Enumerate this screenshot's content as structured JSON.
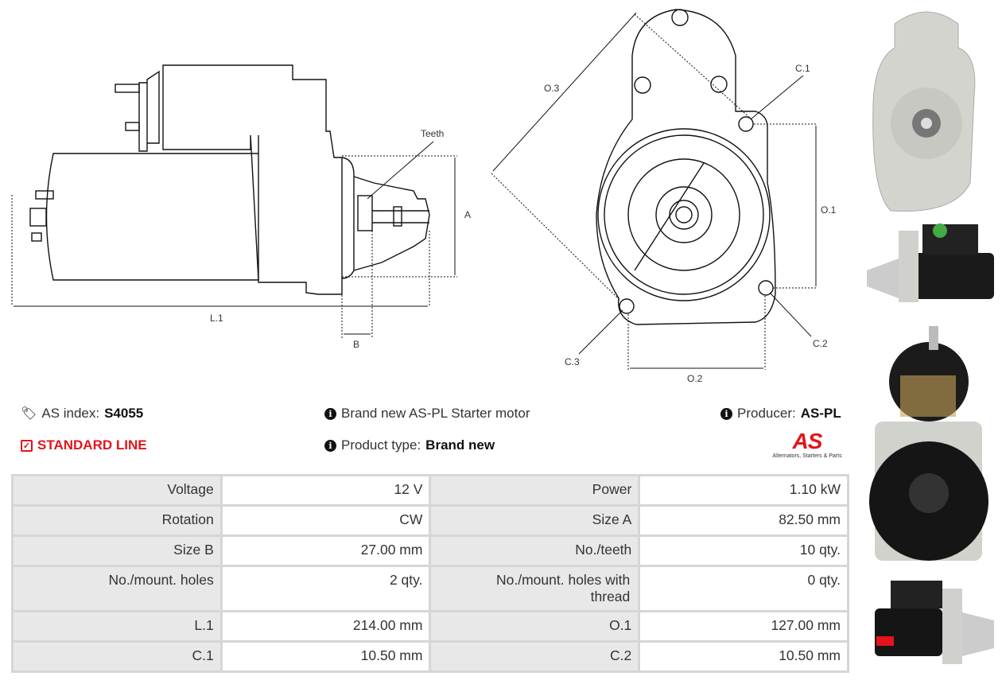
{
  "drawing": {
    "teeth_label": "Teeth",
    "a_label": "A",
    "b_label": "B",
    "l1_label": "L.1",
    "o1_label": "O.1",
    "o2_label": "O.2",
    "o3_label": "O.3",
    "c1_label": "C.1",
    "c2_label": "C.2",
    "c3_label": "C.3"
  },
  "info": {
    "as_index_label": "AS index:",
    "as_index_value": "S4055",
    "standard_line": "STANDARD LINE",
    "description": "Brand new AS-PL Starter motor",
    "product_type_label": "Product type:",
    "product_type_value": "Brand new",
    "producer_label": "Producer:",
    "producer_value": "AS-PL",
    "logo_text": "AS",
    "logo_tagline": "Alternators, Starters & Parts"
  },
  "colors": {
    "accent": "#e3141b",
    "label_bg": "#e8e8e8",
    "border": "#d6d6d6"
  },
  "specs": [
    [
      "Voltage",
      "12 V",
      "Power",
      "1.10 kW"
    ],
    [
      "Rotation",
      "CW",
      "Size A",
      "82.50 mm"
    ],
    [
      "Size B",
      "27.00 mm",
      "No./teeth",
      "10 qty."
    ],
    [
      "No./mount. holes",
      "2 qty.",
      "No./mount. holes with thread",
      "0 qty."
    ],
    [
      "L.1",
      "214.00 mm",
      "O.1",
      "127.00 mm"
    ],
    [
      "C.1",
      "10.50 mm",
      "C.2",
      "10.50 mm"
    ]
  ]
}
